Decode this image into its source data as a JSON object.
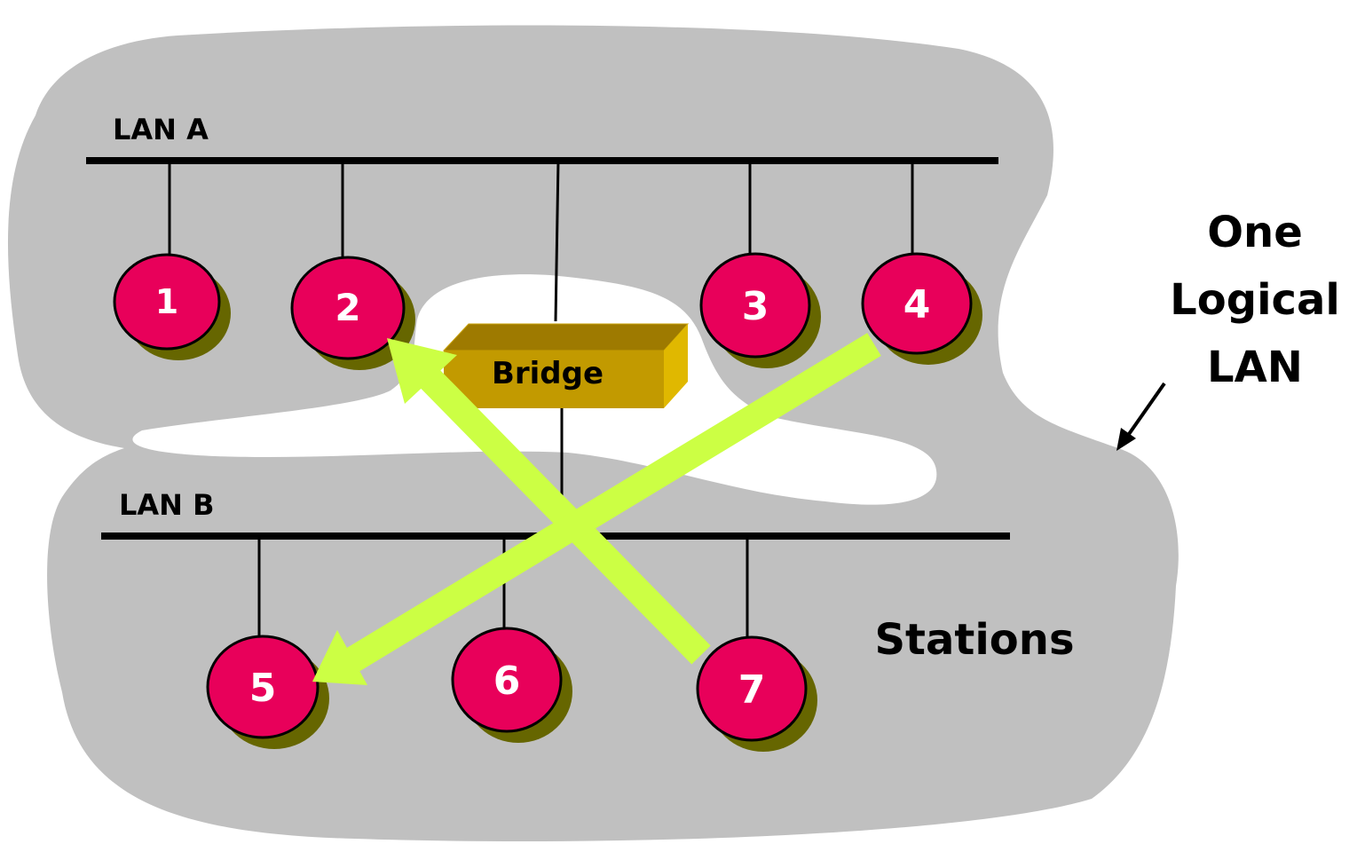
{
  "lan_a": {
    "label": "LAN A"
  },
  "lan_b": {
    "label": "LAN B"
  },
  "bridge": {
    "label": "Bridge"
  },
  "stations": {
    "s1": "1",
    "s2": "2",
    "s3": "3",
    "s4": "4",
    "s5": "5",
    "s6": "6",
    "s7": "7"
  },
  "stations_label": "Stations",
  "logical_lan": {
    "line1": "One",
    "line2": "Logical",
    "line3": "LAN"
  },
  "colors": {
    "cloud": "#c0c0c0",
    "station_fill": "#e8005a",
    "station_shadow": "#666600",
    "bridge_front": "#c29a00",
    "bridge_top": "#9e7a00",
    "bridge_side": "#e0b800",
    "arrow": "#ccff44"
  }
}
